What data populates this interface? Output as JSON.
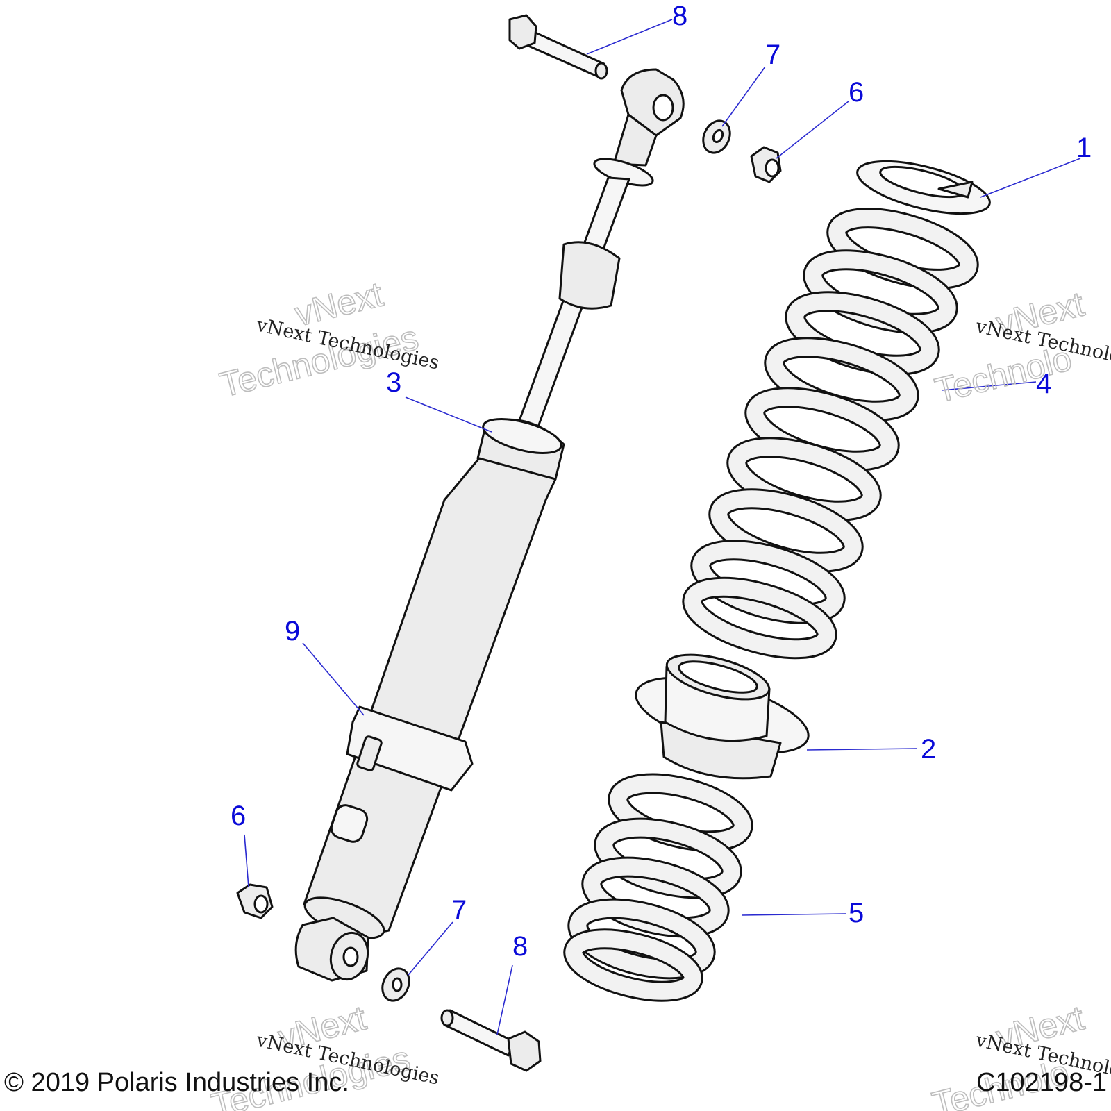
{
  "callouts": {
    "bolt_upper": "8",
    "washer_upper": "7",
    "nut_upper": "6",
    "spring_retainer": "1",
    "main_spring": "4",
    "shock_absorber": "3",
    "spring_adapter": "2",
    "tender_spring": "5",
    "clamp_ring": "9",
    "nut_lower": "6",
    "washer_lower": "7",
    "bolt_lower": "8"
  },
  "watermarks": {
    "line1": "vNext Technologies",
    "outline_a": "vNext",
    "outline_b": "Technologies",
    "partial_line1": "vNext Technolo",
    "partial_outline_a": "vNext",
    "partial_outline_b": "Technolo"
  },
  "footer": {
    "copyright": "© 2019 Polaris Industries Inc.",
    "figure_id": "C102198-1"
  }
}
